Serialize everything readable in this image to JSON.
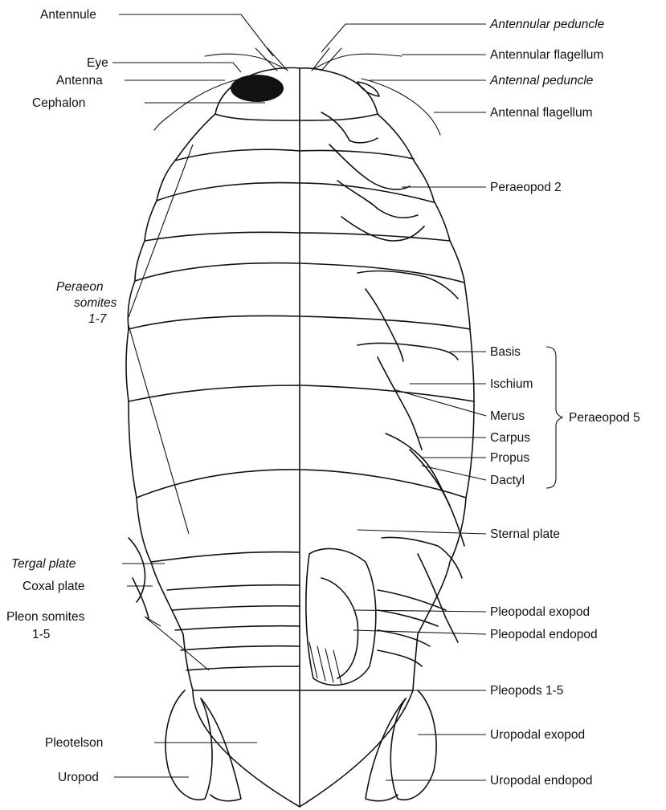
{
  "colors": {
    "ink": "#111111",
    "background": "#ffffff"
  },
  "labels_left": {
    "antennule": "Antennule",
    "eye": "Eye",
    "antenna": "Antenna",
    "cephalon": "Cephalon",
    "peraeon_somites_1": "Peraeon",
    "peraeon_somites_2": "somites",
    "peraeon_somites_3": "1-7",
    "tergal_plate": "Tergal plate",
    "coxal_plate": "Coxal plate",
    "pleon_somites_1": "Pleon somites",
    "pleon_somites_2": "1-5",
    "pleotelson": "Pleotelson",
    "uropod": "Uropod"
  },
  "labels_right": {
    "antennular_peduncle": "Antennular peduncle",
    "antennular_flagellum": "Antennular flagellum",
    "antennal_peduncle": "Antennal peduncle",
    "antennal_flagellum": "Antennal flagellum",
    "peraeopod_2": "Peraeopod 2",
    "basis": "Basis",
    "ischium": "Ischium",
    "merus": "Merus",
    "carpus": "Carpus",
    "propus": "Propus",
    "dactyl": "Dactyl",
    "peraeopod_5": "Peraeopod 5",
    "sternal_plate": "Sternal plate",
    "pleopodal_exopod": "Pleopodal exopod",
    "pleopodal_endopod": "Pleopodal endopod",
    "pleopods_1_5": "Pleopods 1-5",
    "uropodal_exopod": "Uropodal exopod",
    "uropodal_endopod": "Uropodal endopod"
  }
}
